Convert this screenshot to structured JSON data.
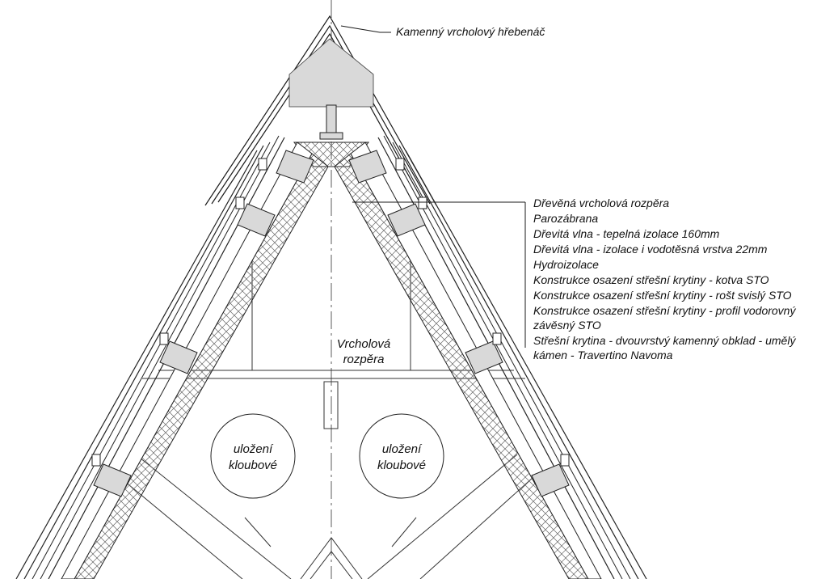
{
  "ridge_label": "Kamenný vrcholový hřebenáč",
  "legend": [
    "Dřevěná vrcholová rozpěra",
    "Parozábrana",
    "Dřevitá vlna - tepelná izolace 160mm",
    "Dřevitá vlna - izolace i vodotěsná vrstva 22mm",
    "Hydroizolace",
    "Konstrukce osazení střešní krytiny - kotva STO",
    "Konstrukce osazení střešní krytiny - rošt svislý STO",
    "Konstrukce osazení střešní krytiny - profil vodorovný",
    "závěsný STO",
    "Střešní krytina - dvouvrstvý kamenný obklad - umělý",
    "kámen - Travertino Navoma"
  ],
  "strut_label": [
    "Vrcholová",
    "rozpěra"
  ],
  "joint_left": [
    "uložení",
    "kloubové"
  ],
  "joint_right": [
    "uložení",
    "kloubové"
  ],
  "colors": {
    "line": "#1a1a1a",
    "fill_gray": "#d9d9d9",
    "insulation": "#555555"
  }
}
